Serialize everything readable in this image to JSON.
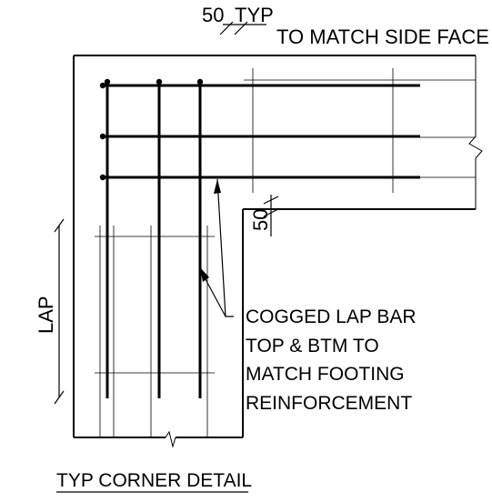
{
  "dimensions": {
    "top_typ_value": "50",
    "top_typ_suffix": "TYP",
    "top_typ_note": "TO MATCH SIDE FACE",
    "inner_corner_value": "50",
    "lap_label": "LAP"
  },
  "note": {
    "lines": [
      "COGGED LAP BAR",
      "TOP & BTM TO",
      "MATCH FOOTING",
      "REINFORCEMENT"
    ]
  },
  "title": "TYP CORNER DETAIL"
}
